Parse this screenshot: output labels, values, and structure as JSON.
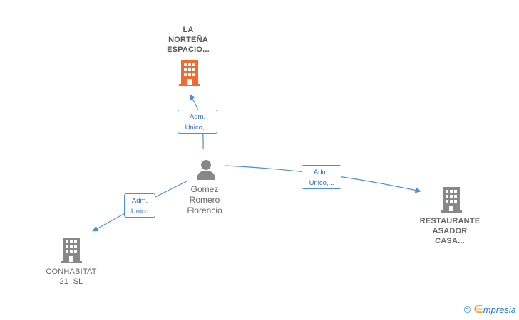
{
  "nodes": {
    "top_company": {
      "label_lines": [
        "LA",
        "NORTEÑA",
        "ESPACIO..."
      ],
      "icon": "building-icon",
      "color": "#f26a2e"
    },
    "person": {
      "label_lines": [
        "Gomez",
        "Romero",
        "Florencio"
      ],
      "icon": "person-icon",
      "color": "#888888"
    },
    "right_company": {
      "label_lines": [
        "RESTAURANTE",
        "ASADOR",
        "CASA..."
      ],
      "icon": "building-icon",
      "color": "#888888"
    },
    "left_company": {
      "label_lines": [
        "CONHABITAT",
        "21  SL"
      ],
      "icon": "building-icon",
      "color": "#888888"
    }
  },
  "edges": {
    "to_top": {
      "label_lines": [
        "Adm.",
        "Unico,..."
      ]
    },
    "to_right": {
      "label_lines": [
        "Adm.",
        "Unico,..."
      ]
    },
    "to_left": {
      "label_lines": [
        "Adm.",
        "Unico"
      ]
    }
  },
  "colors": {
    "edge": "#4a90d9"
  },
  "footer": {
    "copyright": "©",
    "brand_e": "∈",
    "brand_rest": "mpresia"
  }
}
